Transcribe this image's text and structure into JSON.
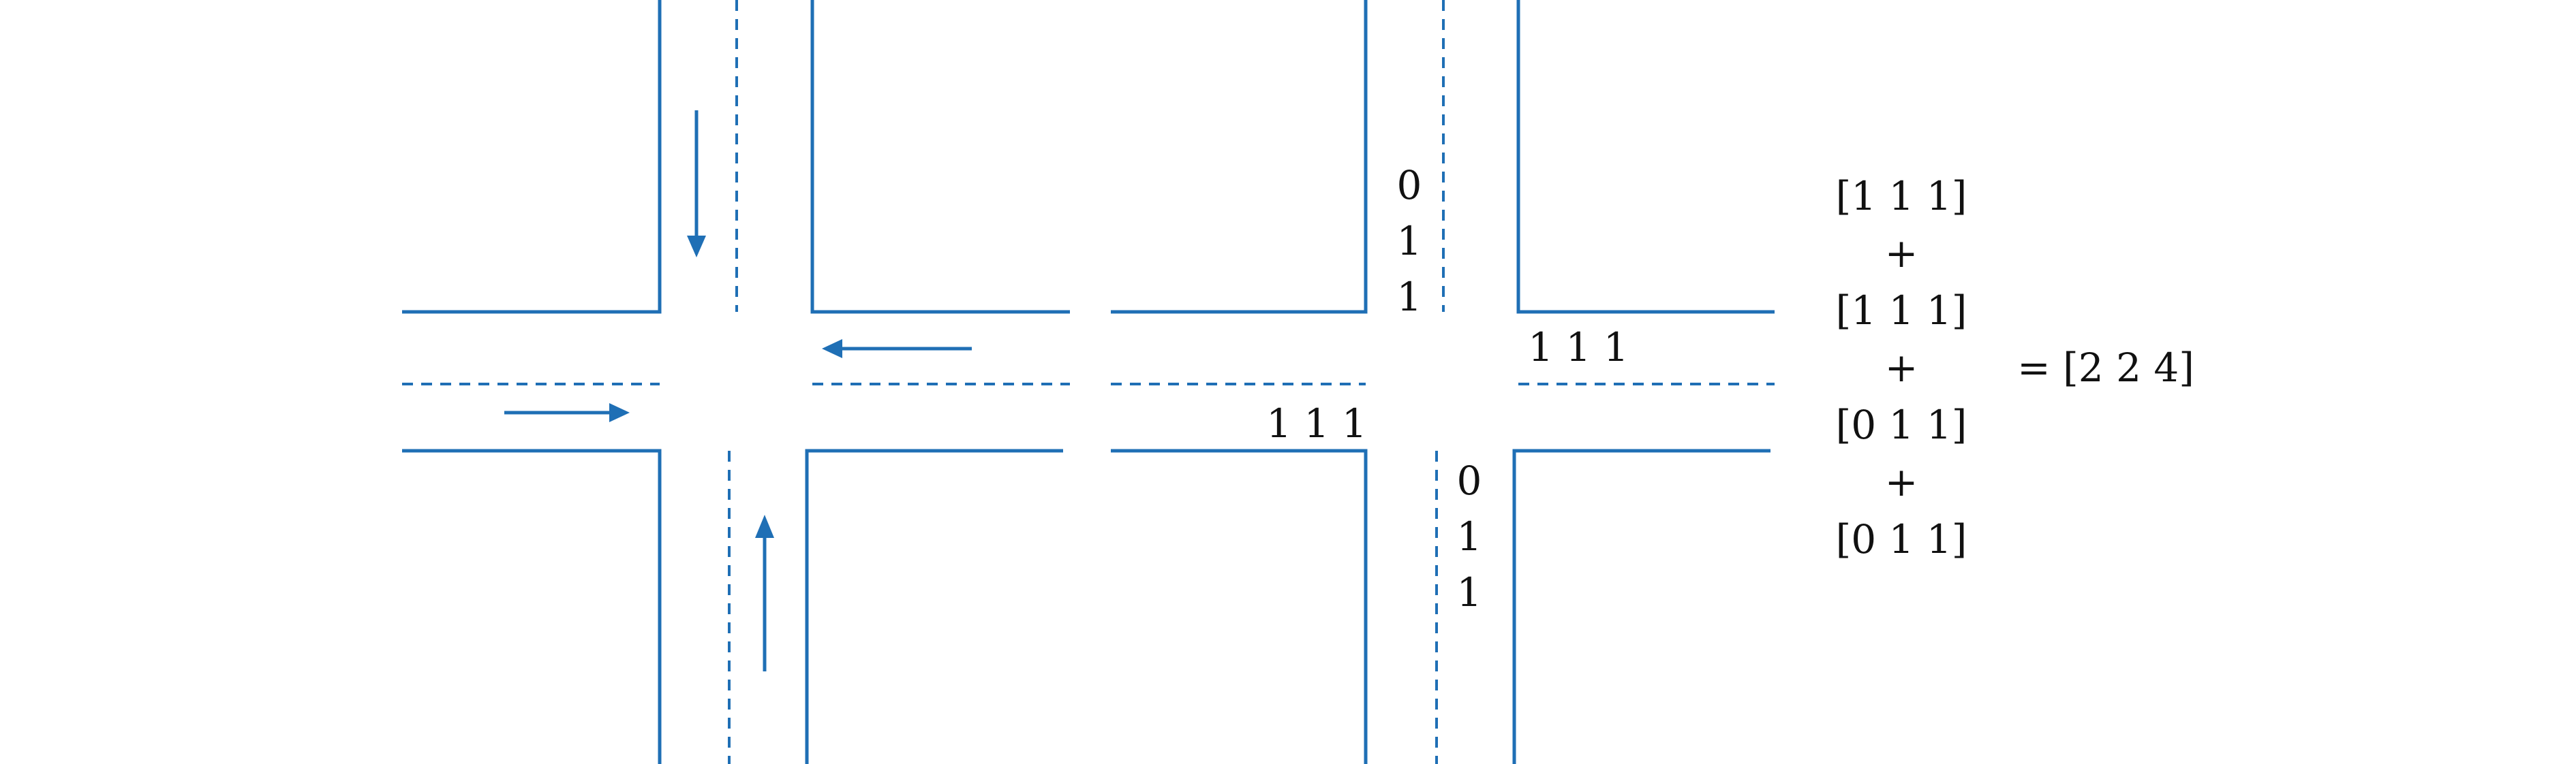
{
  "colors": {
    "road": "#1f6fb5",
    "text": "#111111"
  },
  "left_intersection": {
    "arrows": [
      "arrow-down",
      "arrow-left",
      "arrow-right",
      "arrow-up"
    ]
  },
  "right_intersection": {
    "north_vector": [
      "0",
      "1",
      "1"
    ],
    "south_vector": [
      "0",
      "1",
      "1"
    ],
    "east_vector": "1 1 1",
    "west_vector": "1 1 1"
  },
  "equation": {
    "terms": [
      "[1 1 1]",
      "[1 1 1]",
      "[0 1 1]",
      "[0 1 1]"
    ],
    "operator": "+",
    "result": "= [2 2 4]"
  }
}
